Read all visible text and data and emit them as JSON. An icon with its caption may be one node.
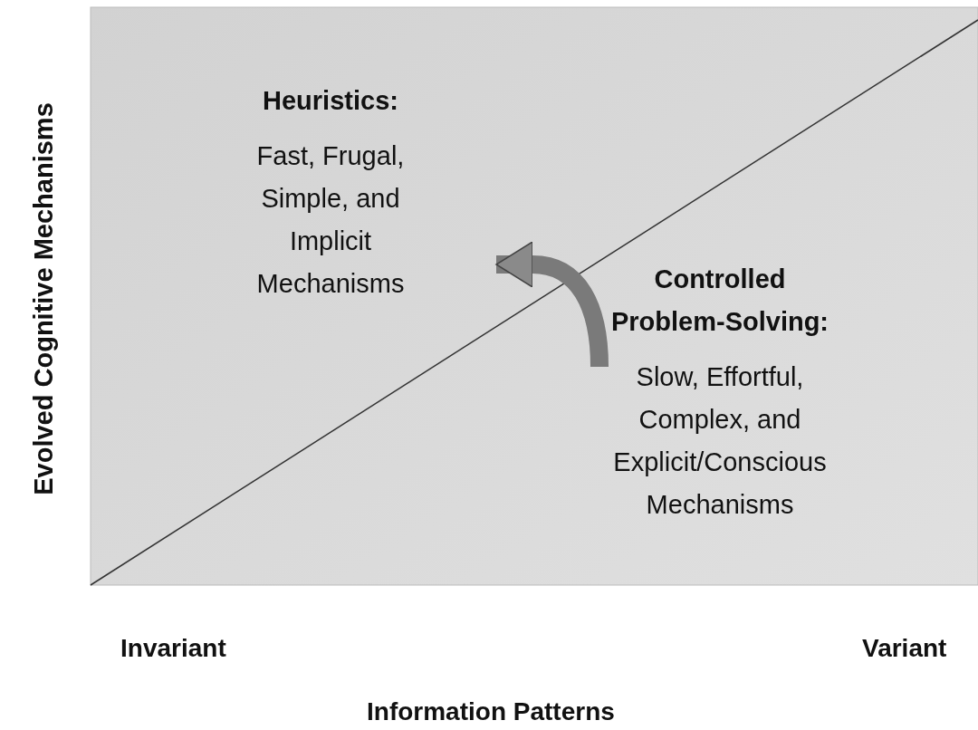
{
  "diagram": {
    "nodes": [
      {
        "text": [
          "Heuristics:",
          "Fast, Frugal, Simple, and Implicit Mechanisms"
        ]
      },
      {
        "text": [
          "Controlled Problem-Solving:",
          "Slow, Effortful, Complex, and Explicit/Conscious Mechanisms"
        ]
      }
    ],
    "edges": [
      {
        "from": 1,
        "to": 0,
        "arrow": "to"
      }
    ],
    "labels": [
      "Evolved Cognitive Mechanisms",
      "Invariant",
      "Variant",
      "Information Patterns"
    ]
  }
}
